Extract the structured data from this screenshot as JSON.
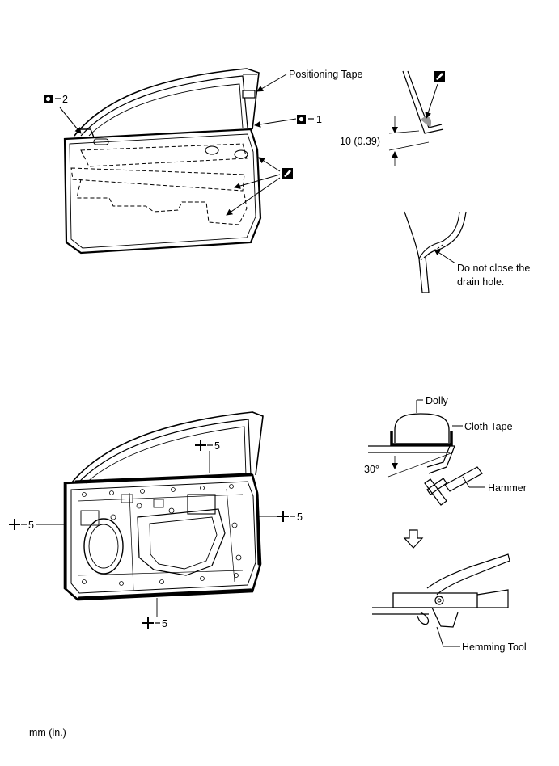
{
  "labels": {
    "positioning_tape": "Positioning Tape",
    "ref_1": "1",
    "ref_2": "2",
    "dim": "10 (0.39)",
    "drain_note_line1": "Do not close the",
    "drain_note_line2": "drain hole.",
    "weld_top": "5",
    "weld_left": "5",
    "weld_right": "5",
    "weld_bottom": "5",
    "dolly": "Dolly",
    "cloth_tape": "Cloth Tape",
    "angle": "30°",
    "hammer": "Hammer",
    "hemming_tool": "Hemming Tool",
    "units": "mm (in.)"
  },
  "icons": [
    "spot-weld-symbol-icon",
    "adhesive-symbol-icon",
    "weld-plus-symbol-icon",
    "down-arrow-icon"
  ]
}
